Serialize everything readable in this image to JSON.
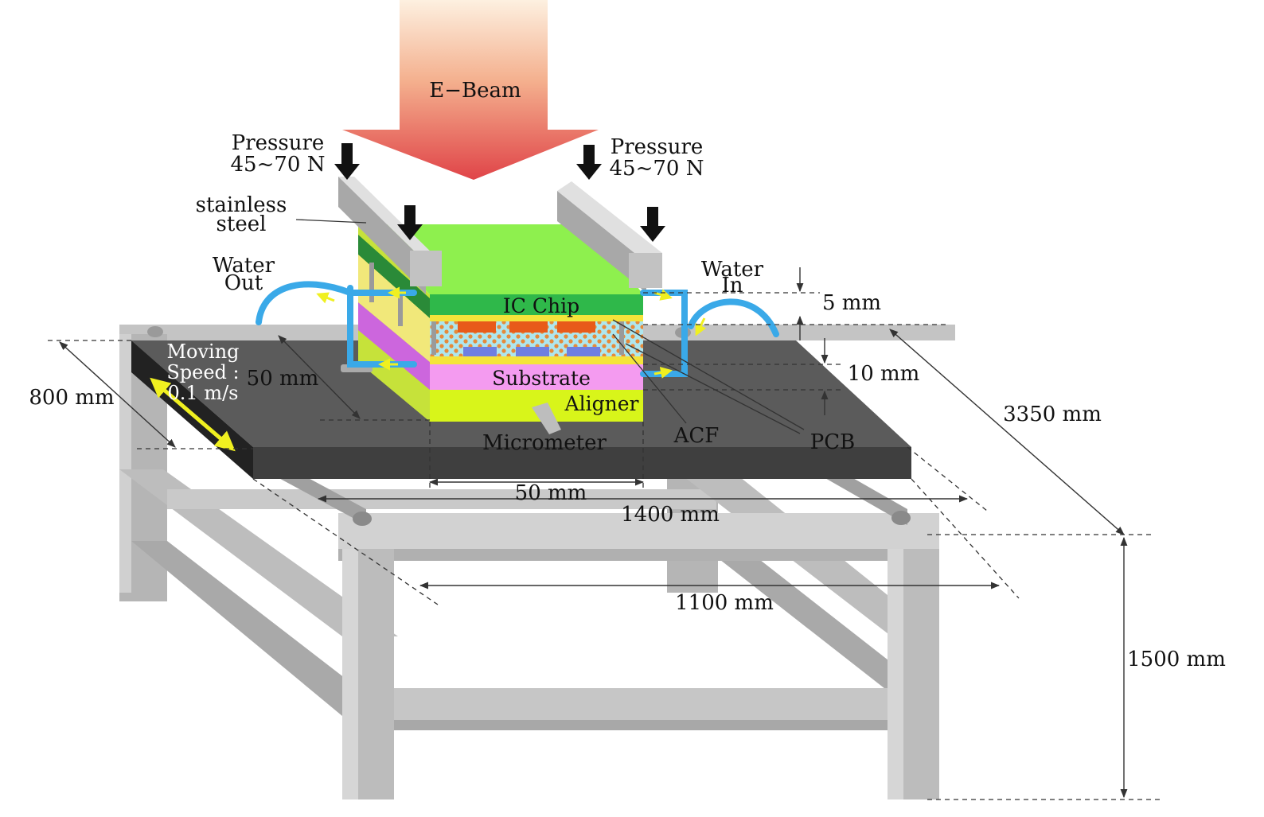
{
  "labels": {
    "ebeam": "E−Beam",
    "pressure_left_1": "Pressure",
    "pressure_left_2": "45~70 N",
    "pressure_right_1": "Pressure",
    "pressure_right_2": "45~70 N",
    "stainless_1": "stainless",
    "stainless_2": "steel",
    "water_out_1": "Water",
    "water_out_2": "Out",
    "water_in_1": "Water",
    "water_in_2": "In",
    "ic_chip": "IC Chip",
    "substrate": "Substrate",
    "aligner": "Aligner",
    "micrometer": "Micrometer",
    "acf": "ACF",
    "pcb": "PCB",
    "moving_1": "Moving",
    "moving_2": "Speed :",
    "moving_3": "0.1 m/s"
  },
  "dimensions": {
    "d5": "5 mm",
    "d10": "10 mm",
    "d50_left": "50 mm",
    "d50_bottom": "50 mm",
    "d800": "800 mm",
    "d1400": "1400 mm",
    "d1100": "1100 mm",
    "d3350": "3350 mm",
    "d1500": "1500 mm"
  },
  "colors": {
    "beam_top": "#fbe9d6",
    "beam_bottom": "#e0474c",
    "table_top": "#5a5a5a",
    "table_front": "#3a3a3a",
    "frame_light": "#c8c8c8",
    "frame_dark": "#9e9e9e",
    "chip_top": "#8ef04e",
    "ic_chip_green": "#2fb84a",
    "substrate_pink": "#f49bf0",
    "aligner_yellow": "#d8f51a",
    "side_magenta": "#cc66dd",
    "pcb_yellow": "#f4f08a",
    "water_pipe": "#3aa9e8",
    "arrow_yellow": "#f0f020"
  }
}
